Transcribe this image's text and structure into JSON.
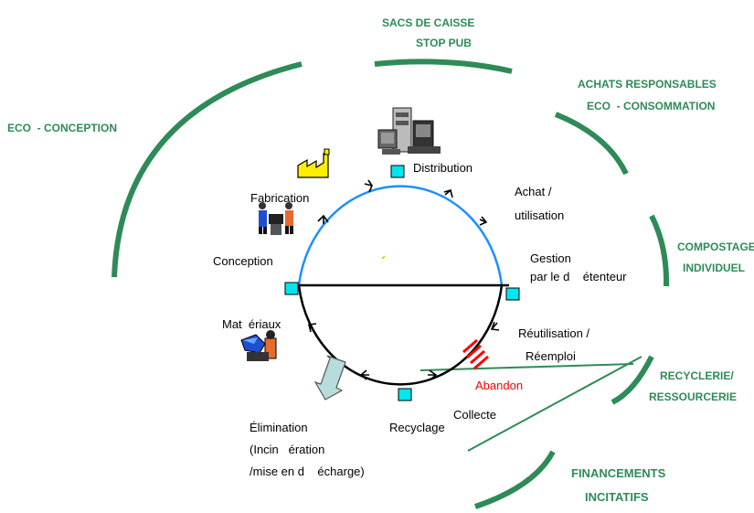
{
  "colors": {
    "green": "#2e8b57",
    "blue_arc": "#1e90ff",
    "black_arc": "#000000",
    "node": "#00e5ee",
    "abandon": "#ff0000"
  },
  "outer_actions": {
    "eco_conception": "ECO  - CONCEPTION",
    "sacs_caisse": "SACS DE CAISSE",
    "stop_pub": "STOP PUB",
    "achats_responsables": "ACHATS RESPONSABLES",
    "eco_consommation": "ECO  - CONSOMMATION",
    "compostage": "COMPOSTAGE",
    "individuel": "INDIVIDUEL",
    "recyclerie": "RECYCLERIE/",
    "ressourcerie": "RESSOURCERIE",
    "financements": "FINANCEMENTS",
    "incitatifs": "INCITATIFS"
  },
  "stages": {
    "distribution": "Distribution",
    "achat_1": "Achat /",
    "achat_2": "utilisation",
    "gestion_1": "Gestion",
    "gestion_2": "par le d    étenteur",
    "reutilisation_1": "Réutilisation /",
    "reutilisation_2": "Réemploi",
    "abandon": "Abandon",
    "collecte": "Collecte",
    "recyclage": "Recyclage",
    "elimination_1": "Élimination",
    "elimination_2": "(Incin   ération",
    "elimination_3": "/mise en d    écharge)",
    "materiaux": "Mat  ériaux",
    "conception": "Conception",
    "fabrication": "Fabrication"
  },
  "icons": {
    "distribution": "computer-equipment-icon",
    "fabrication": "workers-icon",
    "factory": "factory-icon",
    "materiaux": "raw-materials-icon",
    "elimination": "down-arrow-icon",
    "abandon": "abandon-hatch-icon"
  }
}
